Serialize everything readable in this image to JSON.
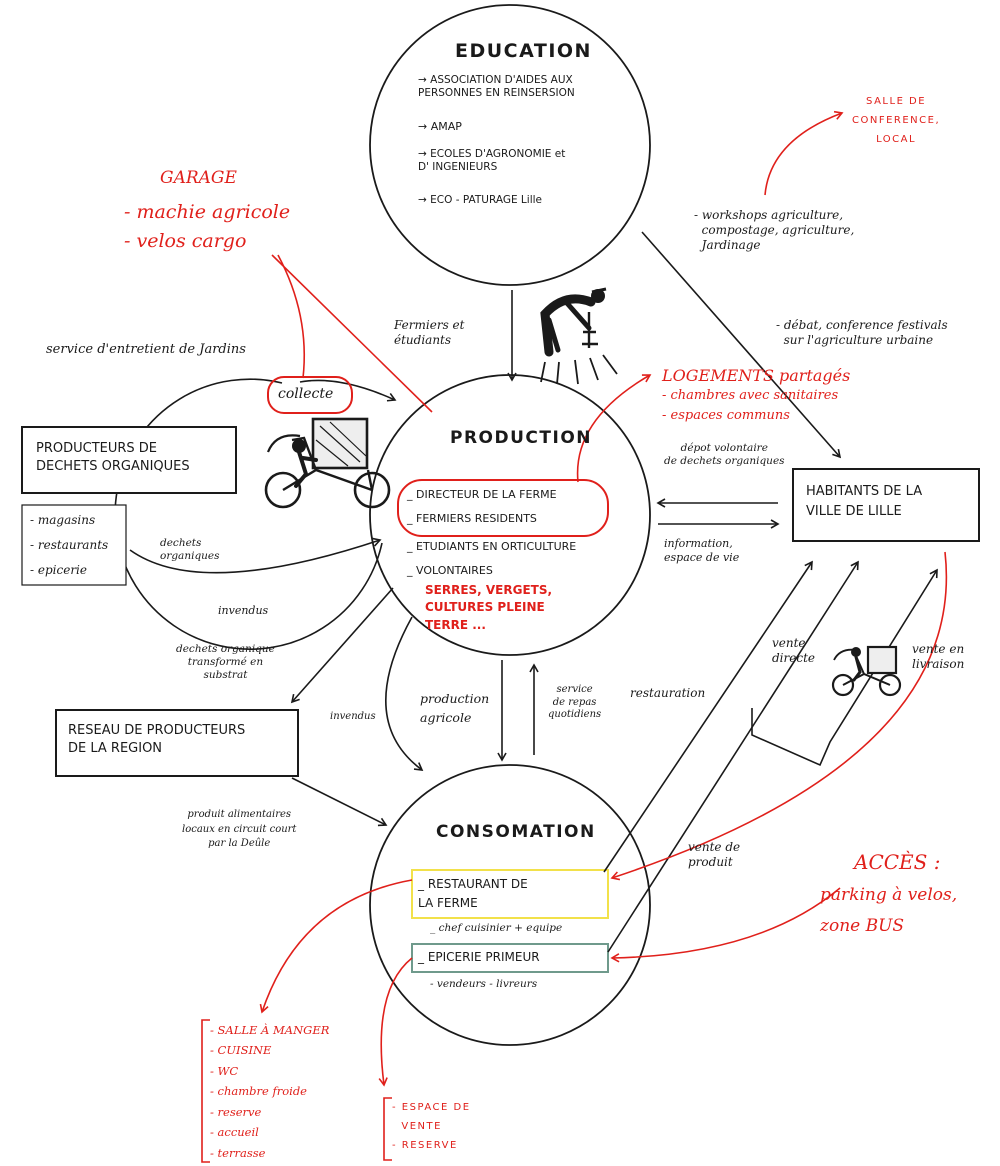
{
  "colors": {
    "ink": "#1a1a1a",
    "accent_red": "#e0201b",
    "restaurant_box_border": "#f2e14a",
    "epicerie_box_border": "#6f9a8c"
  },
  "icons": [
    "farmer-watering-icon",
    "cargo-bike-icon"
  ],
  "nodes": {
    "education": {
      "title": "EDUCATION",
      "items": [
        "→ ASSOCIATION D'AIDES AUX\nPERSONNES EN REINSERSION",
        "→ AMAP",
        "→ ECOLES D'AGRONOMIE et\nD' INGENIEURS",
        "→ ECO - PATURAGE Lille"
      ]
    },
    "production": {
      "title": "PRODUCTION",
      "items": [
        "_ DIRECTEUR DE LA FERME",
        "_ FERMIERS RESIDENTS",
        "_ ETUDIANTS EN ORTICULTURE",
        "_ VOLONTAIRES"
      ],
      "spaces": "SERRES, VERGETS,\nCULTURES PLEINE\nTERRE ..."
    },
    "consommation": {
      "title": "CONSOMATION",
      "restaurant": "_ RESTAURANT DE\nLA FERME",
      "restaurant_staff": "_ chef cuisinier + equipe",
      "epicerie": "_ EPICERIE PRIMEUR",
      "epicerie_staff": "- vendeurs  - livreurs"
    },
    "producteurs_dechets": {
      "title": "PRODUCTEURS DE\nDECHETS ORGANIQUES",
      "items": [
        "- magasins",
        "- restaurants",
        "- epicerie"
      ]
    },
    "reseau": {
      "title": "RESEAU DE PRODUCTEURS\nDE LA REGION"
    },
    "habitants": {
      "title": "HABITANTS DE LA\nVILLE DE LILLE"
    }
  },
  "labels": {
    "service_entretien": "service d'entretient de Jardins",
    "collecte": "collecte",
    "dechets_organiques": "dechets\norganiques",
    "invendus_top": "invendus",
    "dechets_transforme": "dechets organique\ntransformé en\nsubstrat",
    "invendus_mid": "invendus",
    "production_agricole": "production\nagricole",
    "service_repas": "service\nde repas\nquotidiens",
    "produit_alimentaires": "produit alimentaires\nlocaux en circuit court\npar la Deûle",
    "fermiers_etudiants": "Fermiers et\nétudiants",
    "depot_volontaire": "dépot volontaire\nde dechets organiques",
    "information": "information,\nespace de vie",
    "restauration": "restauration",
    "vente_directe": "vente\ndirecte",
    "vente_livraison": "vente en\nlivraison",
    "vente_produit": "vente de\nproduit",
    "workshops": "- workshops agriculture,\n  compostage, agriculture,\n  Jardinage",
    "debat": "- débat, conference festivals\n  sur l'agriculture urbaine"
  },
  "annotations": {
    "garage": "GARAGE",
    "garage_items": "- machie agricole\n- velos cargo",
    "salle": "SALLE DE\nCONFERENCE,\nLOCAL",
    "logements_title": "LOGEMENTS partagés",
    "logements_items": "- chambres avec sanitaires\n- espaces communs",
    "acces_title": "ACCÈS :",
    "acces_items": "parking à velos,\nzone BUS",
    "restaurant_rooms": "- SALLE À MANGER\n- CUISINE\n- WC\n- chambre froide\n- reserve\n- accueil\n- terrasse",
    "epicerie_rooms": "- ESPACE DE\n  VENTE\n- RESERVE"
  }
}
